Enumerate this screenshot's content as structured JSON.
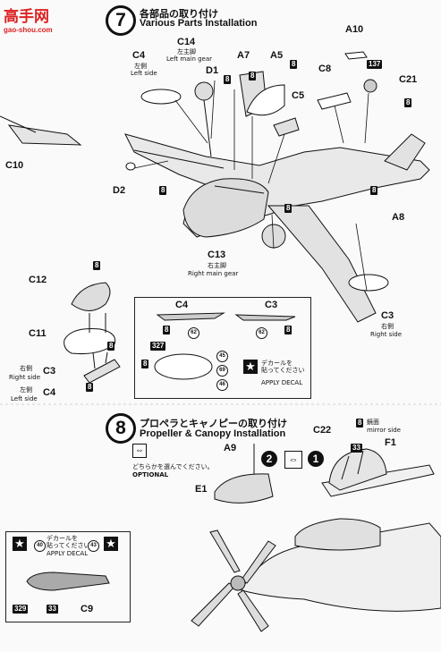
{
  "watermark": {
    "brand": "高手网",
    "url": "gao-shou.com"
  },
  "step7": {
    "number": "7",
    "title_jp": "各部品の取り付け",
    "title_en": "Various Parts Installation"
  },
  "step8": {
    "number": "8",
    "title_jp": "プロペラとキャノピーの取り付け",
    "title_en": "Propeller & Canopy Installation",
    "optional_jp": "どちらかを選んでください。",
    "optional_en": "OPTIONAL"
  },
  "parts": {
    "C14": "C14",
    "C14_jp": "左主脚",
    "C14_en": "Left main gear",
    "C4": "C4",
    "C4_jp": "左側",
    "C4_en": "Left side",
    "D1": "D1",
    "A7": "A7",
    "A5": "A5",
    "C5": "C5",
    "C8": "C8",
    "A10": "A10",
    "C21": "C21",
    "C10": "C10",
    "D2": "D2",
    "A8": "A8",
    "C13": "C13",
    "C13_jp": "右主脚",
    "C13_en": "Right main gear",
    "C3": "C3",
    "C3_jp": "右側",
    "C3_en": "Right side",
    "C12": "C12",
    "C11": "C11",
    "C3b": "C3",
    "C3b_jp": "右側",
    "C3b_en": "Right side",
    "C4b": "C4",
    "C4b_jp": "左側",
    "C4b_en": "Left side",
    "A9": "A9",
    "C22": "C22",
    "C22_jp": "鏡面",
    "C22_en": "mirror side",
    "F1": "F1",
    "E1": "E1",
    "C9": "C9"
  },
  "badges": {
    "b8": "8",
    "b137": "137",
    "b327": "327",
    "b329": "329",
    "b33": "33"
  },
  "decal_markers": {
    "m62": "62",
    "m45": "45",
    "m69": "69",
    "m46": "46",
    "m40": "40",
    "m43": "43"
  },
  "inset_box": {
    "C4": "C4",
    "C3": "C3",
    "decal_jp": "デカールを\n貼ってください",
    "decal_en": "APPLY DECAL"
  },
  "inset_c9": {
    "decal_jp": "デカールを\n貼ってください",
    "decal_en": "APPLY DECAL"
  },
  "option_icons": {
    "opt2": "2",
    "opt1": "1"
  }
}
